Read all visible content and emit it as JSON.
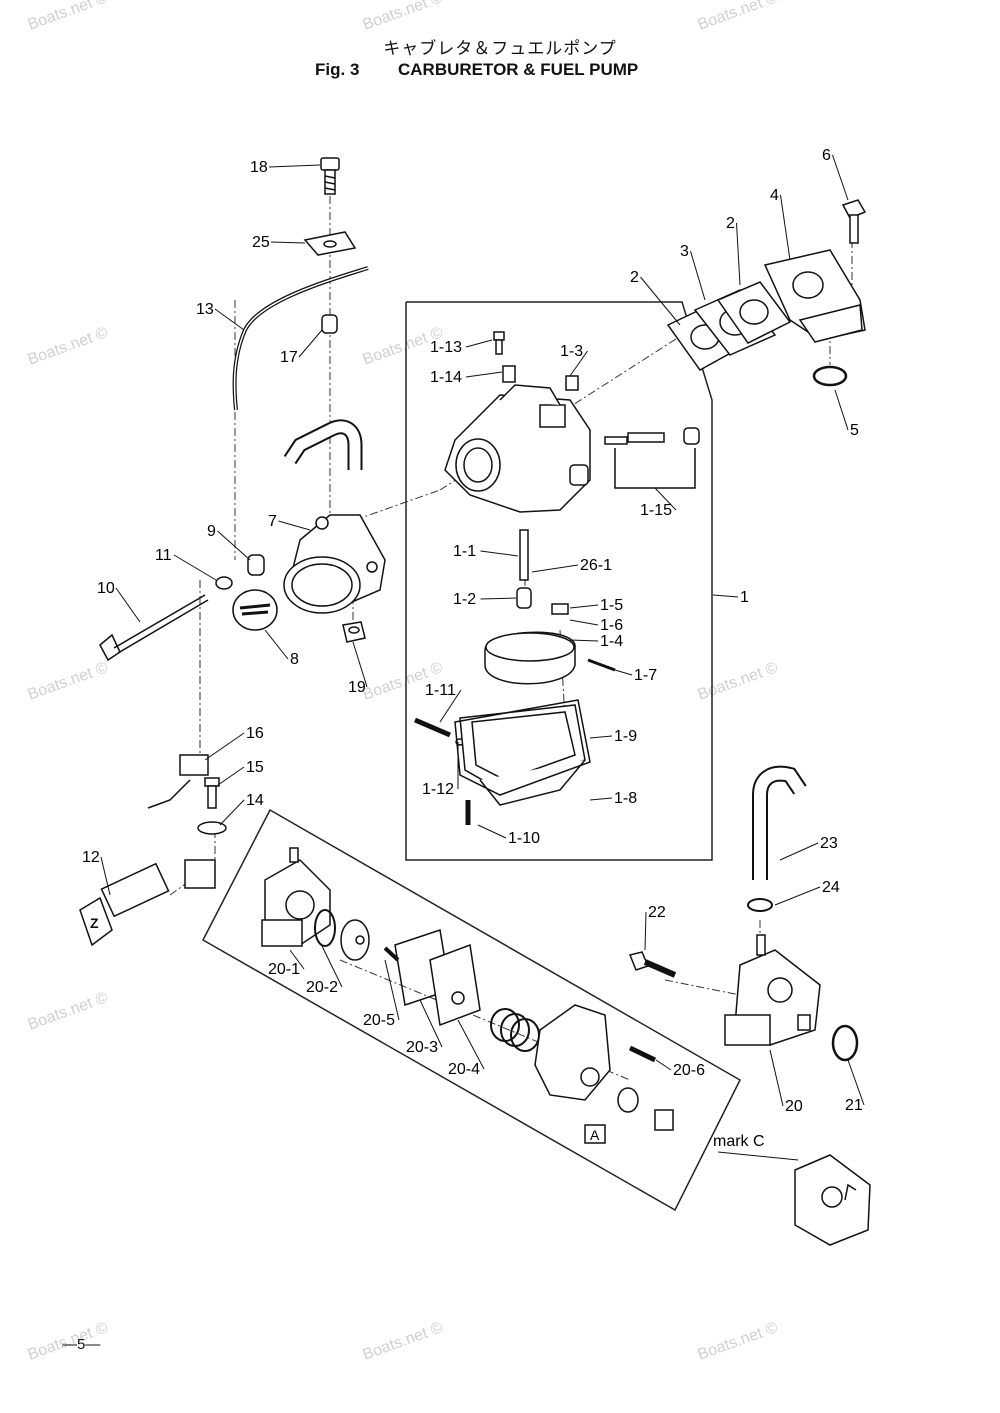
{
  "header": {
    "title_jp": "キャブレタ＆フュエルポンプ",
    "fig_number": "Fig. 3",
    "fig_title": "CARBURETOR & FUEL PUMP"
  },
  "watermark": "Boats.net ©",
  "box_label": "A",
  "mark_c_label": "mark C",
  "page_number": "—5—",
  "callouts": [
    "18",
    "25",
    "13",
    "17",
    "9",
    "7",
    "11",
    "10",
    "8",
    "19",
    "6",
    "4",
    "2",
    "3",
    "2",
    "5",
    "1-13",
    "1-14",
    "1-3",
    "1-15",
    "1-1",
    "26-1",
    "1-2",
    "1-5",
    "1-6",
    "1-4",
    "1-7",
    "1",
    "1-11",
    "1-9",
    "1-12",
    "1-8",
    "1-10",
    "16",
    "15",
    "14",
    "12",
    "20-1",
    "20-2",
    "20-5",
    "20-3",
    "20-4",
    "20-6",
    "20",
    "23",
    "24",
    "22",
    "21"
  ]
}
